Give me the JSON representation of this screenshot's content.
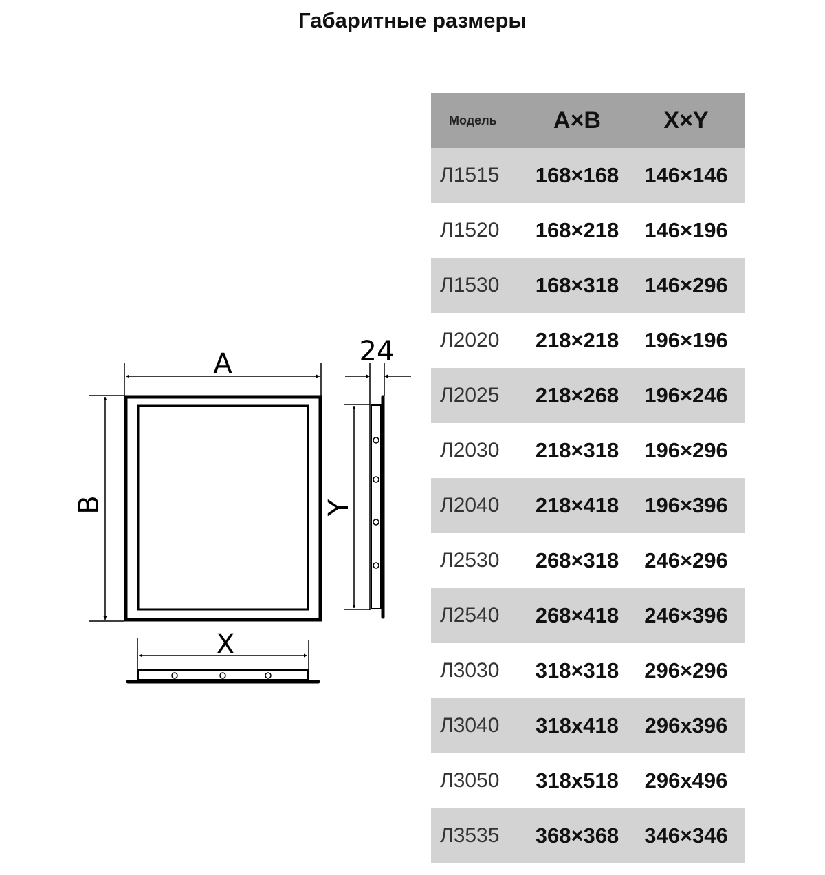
{
  "title": "Габаритные размеры",
  "diagram": {
    "label_a": "A",
    "label_b": "B",
    "label_x": "X",
    "label_y": "Y",
    "label_depth": "24"
  },
  "table": {
    "headers": [
      "Модель",
      "A×B",
      "X×Y"
    ],
    "rows": [
      [
        "Л1515",
        "168×168",
        "146×146"
      ],
      [
        "Л1520",
        "168×218",
        "146×196"
      ],
      [
        "Л1530",
        "168×318",
        "146×296"
      ],
      [
        "Л2020",
        "218×218",
        "196×196"
      ],
      [
        "Л2025",
        "218×268",
        "196×246"
      ],
      [
        "Л2030",
        "218×318",
        "196×296"
      ],
      [
        "Л2040",
        "218×418",
        "196×396"
      ],
      [
        "Л2530",
        "268×318",
        "246×296"
      ],
      [
        "Л2540",
        "268×418",
        "246×396"
      ],
      [
        "Л3030",
        "318×318",
        "296×296"
      ],
      [
        "Л3040",
        "318x418",
        "296x396"
      ],
      [
        "Л3050",
        "318x518",
        "296x496"
      ],
      [
        "Л3535",
        "368×368",
        "346×346"
      ]
    ]
  }
}
